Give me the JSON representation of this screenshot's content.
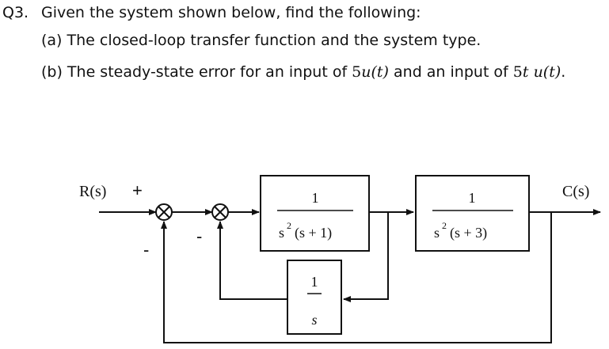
{
  "question": {
    "label": "Q3.",
    "stem": "Given the system shown below, find the following:",
    "part_a": "(a) The closed-loop transfer function and the system type.",
    "part_b": {
      "text_before": "(b) The steady-state error for an input of ",
      "input1_coef": "5",
      "input1_fn": "u(t)",
      "text_middle": " and an input of ",
      "input2_coef": "5",
      "input2_fn": "t u(t)",
      "text_end": "."
    }
  },
  "diagram": {
    "input_label": "R(s)",
    "output_label": "C(s)",
    "junction1": {
      "top_sign": "+",
      "bottom_sign": "-"
    },
    "junction2": {
      "bottom_sign": "-"
    },
    "block1": {
      "numerator": "1",
      "denominator_base": "s",
      "denominator_exp": "2",
      "denominator_rest": "(s + 1)"
    },
    "block2": {
      "numerator": "1",
      "denominator_base": "s",
      "denominator_exp": "2",
      "denominator_rest": "(s + 3)"
    },
    "feedback_block": {
      "numerator": "1",
      "denominator": "s"
    }
  }
}
